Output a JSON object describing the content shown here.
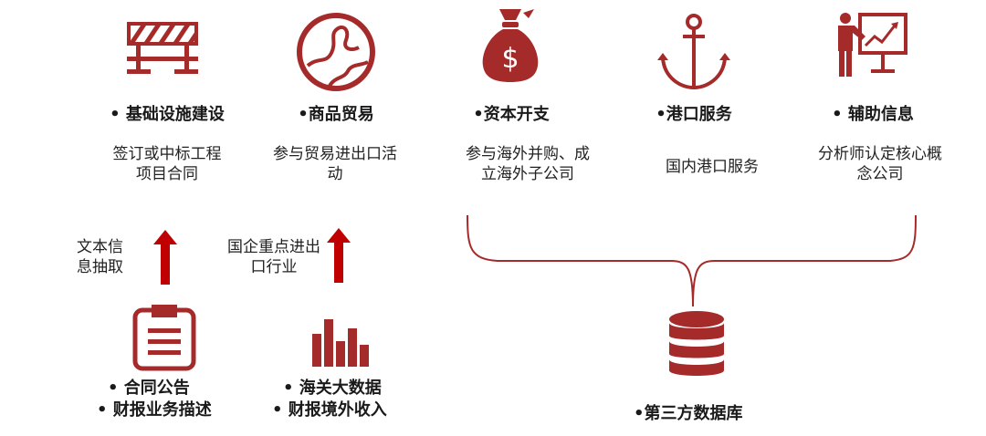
{
  "categories": [
    {
      "title": "• 基础设施建设",
      "desc1": "签订或中标工程",
      "desc2": "项目合同"
    },
    {
      "title": "•商品贸易",
      "desc1": "参与贸易进出口活",
      "desc2": "动"
    },
    {
      "title": "•资本开支",
      "desc1": "参与海外并购、成",
      "desc2": "立海外子公司"
    },
    {
      "title": "•港口服务",
      "desc1": "国内港口服务",
      "desc2": ""
    },
    {
      "title": "• 辅助信息",
      "desc1": "分析师认定核心概",
      "desc2": "念公司"
    }
  ],
  "arrows": [
    {
      "label1": "文本信",
      "label2": "息抽取"
    },
    {
      "label1": "国企重点进出",
      "label2": "口行业"
    }
  ],
  "sources": [
    {
      "line1": "• 合同公告",
      "line2": "• 财报业务描述"
    },
    {
      "line1": "• 海关大数据",
      "line2": "• 财报境外收入"
    }
  ],
  "database": {
    "label": "•第三方数据库"
  },
  "colors": {
    "accent": "#A52A2A",
    "arrow": "#C00000"
  },
  "icons": [
    "barrier-icon",
    "globe-icon",
    "money-bag-icon",
    "anchor-icon",
    "presenter-chart-icon",
    "clipboard-icon",
    "bar-chart-icon",
    "database-icon"
  ]
}
